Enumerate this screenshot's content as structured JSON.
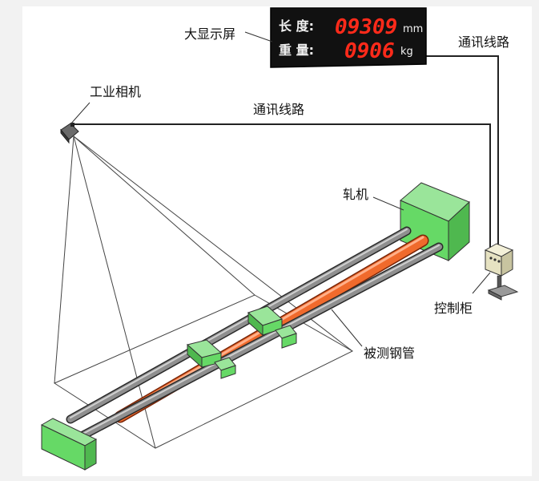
{
  "labels": {
    "display_screen": "大显示屏",
    "comm_line_right": "通讯线路",
    "industrial_camera": "工业相机",
    "comm_line_top": "通讯线路",
    "rolling_mill": "轧机",
    "control_cabinet": "控制柜",
    "measured_pipe": "被测钢管"
  },
  "display": {
    "length_label": "长 度:",
    "length_value": "09309",
    "length_unit": "mm",
    "weight_label": "重 量:",
    "weight_value": "0906",
    "weight_unit": "kg"
  },
  "colors": {
    "pipe": "#f06a2c",
    "fixture_green": "#66d966",
    "led_red": "#ff2a1a",
    "rail_gray": "#7a7a7a"
  }
}
